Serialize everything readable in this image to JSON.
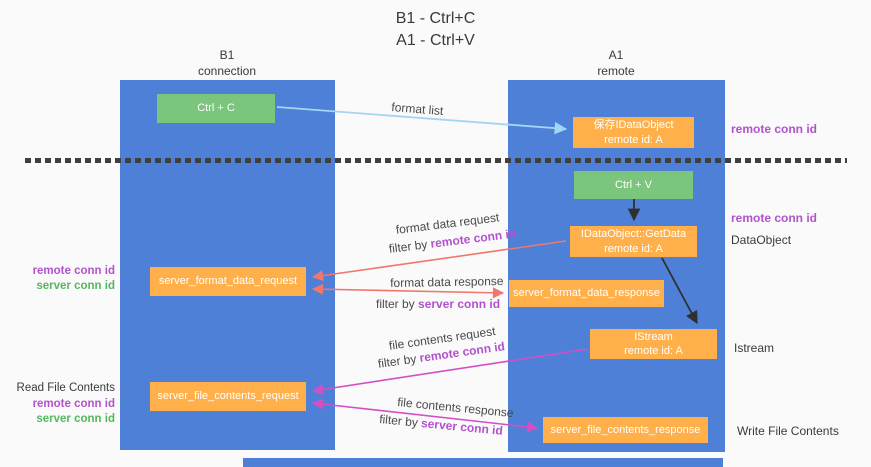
{
  "title": {
    "line1": "B1 - Ctrl+C",
    "line2": "A1 - Ctrl+V"
  },
  "lifelines": {
    "b1": {
      "header": "B1\nconnection"
    },
    "a1": {
      "header": "A1\nremote"
    }
  },
  "boxes": {
    "ctrl_c": "Ctrl + C",
    "ctrl_v": "Ctrl + V",
    "save_idataobject": "保存IDataObject\nremote id: A",
    "idataobject_getdata": "IDataObject::GetData\nremote id: A",
    "istream": "IStream\nremote id: A",
    "server_format_data_request": "server_format_data_request",
    "server_format_data_response": "server_format_data_response",
    "server_file_contents_request": "server_file_contents_request",
    "server_file_contents_response": "server_file_contents_response"
  },
  "arrows": {
    "format_list": {
      "label": "format list"
    },
    "format_data_request": {
      "label": "format data request",
      "filter_prefix": "filter by ",
      "filter_key": "remote conn id"
    },
    "format_data_response": {
      "label": "format data response",
      "filter_prefix": "filter by ",
      "filter_key": "server conn id"
    },
    "file_contents_request": {
      "label": "file contents request",
      "filter_prefix": "filter by ",
      "filter_key": "remote conn id"
    },
    "file_contents_response": {
      "label": "file contents response",
      "filter_prefix": "filter by ",
      "filter_key": "server conn id"
    }
  },
  "annotations": {
    "right": {
      "remote_conn_id_top": "remote conn id",
      "remote_conn_id_mid": "remote conn id",
      "dataobject": "DataObject",
      "istream": "Istream",
      "write_file_contents": "Write File Contents"
    },
    "left": {
      "remote_conn_id_top": "remote conn id",
      "server_conn_id_top": "server conn id",
      "read_file_contents": "Read File Contents",
      "remote_conn_id_bottom": "remote conn id",
      "server_conn_id_bottom": "server conn id"
    }
  },
  "colors": {
    "background": "#FAFAFA",
    "column_blue": "#4E80D8",
    "box_green": "#7CC57C",
    "box_orange": "#FFB04A",
    "arrow_light_blue": "#A5D5F2",
    "arrow_red": "#F0776C",
    "arrow_magenta": "#D24FC4",
    "arrow_black": "#2F2F2F",
    "text_purple": "#B252CD",
    "text_green": "#55B85F",
    "divider_dark": "#3F3F3F"
  }
}
